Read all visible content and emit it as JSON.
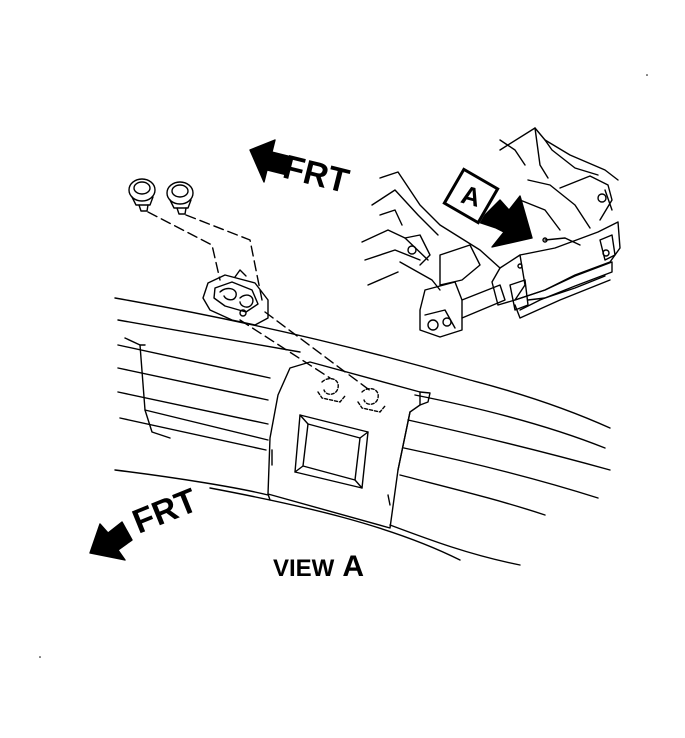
{
  "labels": {
    "front_top": "FRT",
    "front_bottom": "FRT",
    "callout": "A",
    "view_word": "VIEW",
    "view_letter": "A"
  },
  "icons": {
    "front_arrow": "arrow-left-icon",
    "view_arrow": "arrow-down-right-icon"
  },
  "colors": {
    "line": "#000000",
    "background": "#ffffff"
  }
}
